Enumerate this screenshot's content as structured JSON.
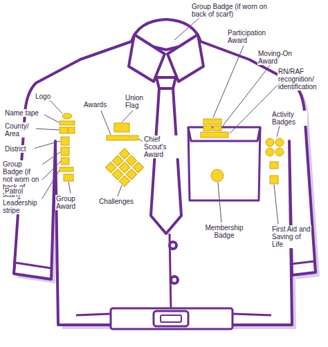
{
  "diagram": {
    "labels": [
      "Group Badge (if worn on back of scarf)",
      "Participation Award",
      "Moving-On Award",
      "RN/RAF recognition/ identification",
      "Logo",
      "Name tape",
      "County/ Area",
      "District",
      "Group Badge (if not worn on back of scarf)",
      "Patrol",
      "Leadership stripe",
      "Awards",
      "Union Flag",
      "Chief Scout's Award",
      "Challenges",
      "Group Award",
      "Activity Badges",
      "Membership Badge",
      "First Aid and Saving of Life"
    ]
  }
}
